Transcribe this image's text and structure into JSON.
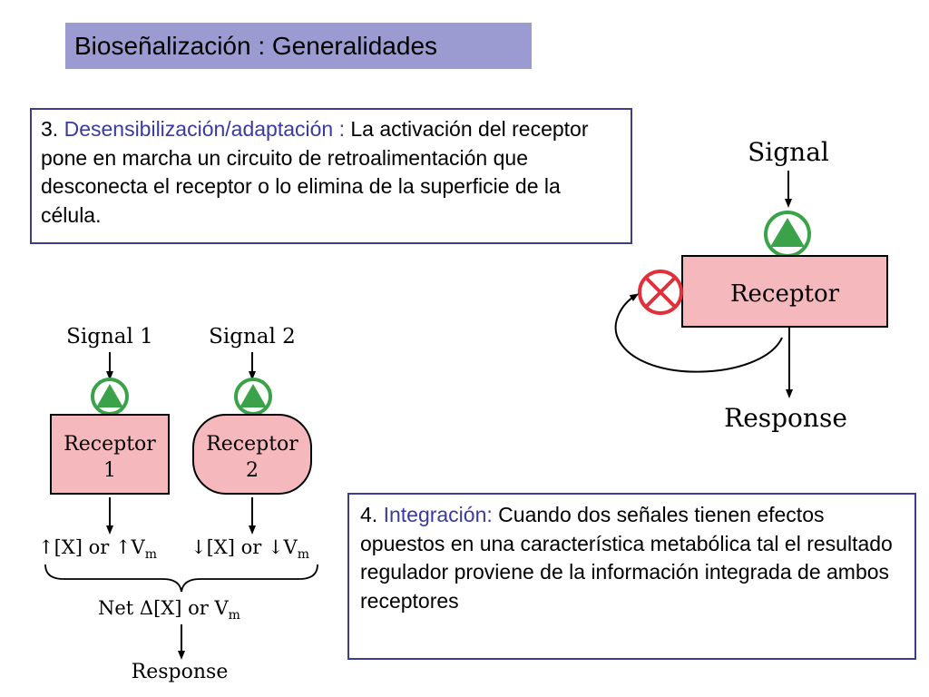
{
  "slide": {
    "title": "Bioseñalización : Generalidades"
  },
  "box_desens": {
    "number": "3.",
    "term": "Desensibilización/adaptación :",
    "text": "La activación del receptor pone en marcha un circuito de retroalimentación que desconecta el receptor o lo elimina de la superficie de la célula",
    "end": "."
  },
  "box_integ": {
    "number": "4.",
    "term": "Integración:",
    "text": "Cuando dos señales tienen efectos opuestos en una característica metabólica tal el resultado regulador proviene de la información integrada de ambos receptores"
  },
  "diagram_desens": {
    "signal": "Signal",
    "receptor": "Receptor",
    "response": "Response"
  },
  "diagram_integ": {
    "signal1": "Signal 1",
    "signal2": "Signal 2",
    "receptor1_line1": "Receptor",
    "receptor1_line2": "1",
    "receptor2_line1": "Receptor",
    "receptor2_line2": "2",
    "effect1": "↑[X] or ↑V",
    "effect2": "↓[X] or ↓V",
    "effect_sub": "m",
    "net": "Net Δ[X] or V",
    "net_sub": "m",
    "response": "Response"
  },
  "colors": {
    "title_bg": "#9b9bd2",
    "box_border": "#3d3d8f",
    "term_blue": "#3a3aa0",
    "receptor_fill": "#f4b8bd",
    "activator_green": "#3aa34a",
    "inhibitor_red": "#e0303a"
  },
  "icons": {
    "activator": "green-triangle-circle-icon",
    "inhibitor": "red-x-circle-icon"
  }
}
